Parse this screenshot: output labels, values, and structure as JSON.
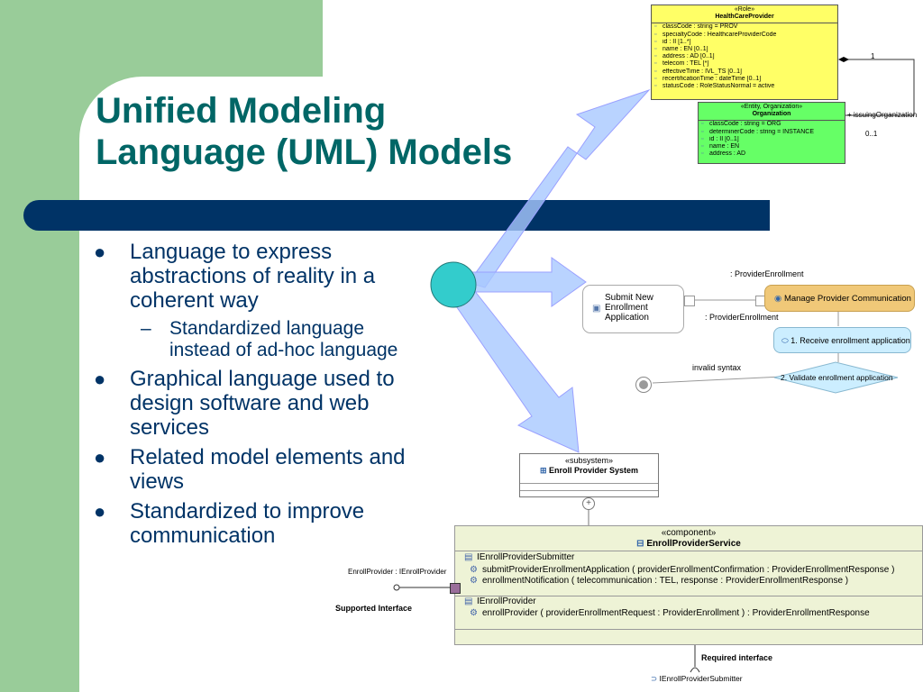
{
  "slide": {
    "title_line1": "Unified Modeling",
    "title_line2": "Language (UML) Models",
    "bullets": {
      "b1": "Language to express abstractions of reality in a coherent way",
      "b1_sub": "Standardized language instead of ad-hoc language",
      "b2": "Graphical language used to design software  and web services",
      "b3": "Related model elements and views",
      "b4": "Standardized to improve communication"
    }
  },
  "class_diagram": {
    "healthcare": {
      "stereotype": "«Role»",
      "name": "HealthCareProvider",
      "attrs": [
        "classCode : string = PROV",
        "specialtyCode : HealthcareProviderCode",
        "id : II [1..*]",
        "name : EN [0..1]",
        "address : AD [0..1]",
        "telecom : TEL [*]",
        "effectiveTime : IVL_TS [0..1]",
        "recertificationTime : dateTime [0..1]",
        "statusCode : RoleStatusNormal = active"
      ]
    },
    "organization": {
      "stereotype": "«Entity, Organization»",
      "name": "Organization",
      "attrs": [
        "classCode : string = ORG",
        "determinerCode : string = INSTANCE",
        "id : II [0..1]",
        "name : EN",
        "address : AD"
      ]
    },
    "assoc": {
      "mult_one": "1",
      "role": "+ issuingOrganization",
      "mult_range": "0..1"
    }
  },
  "activity_diagram": {
    "submit": "Submit New Enrollment Application",
    "top_label": ": ProviderEnrollment",
    "manage": "Manage Provider Communication",
    "mid_label": ": ProviderEnrollment",
    "receive": "1. Receive enrollment application",
    "invalid": "invalid syntax",
    "validate": "2. Validate enrollment application"
  },
  "component_diagram": {
    "subsystem_stereo": "«subsystem»",
    "subsystem_name": "Enroll Provider System",
    "comp_stereo": "«component»",
    "comp_name": "EnrollProviderService",
    "iface1": "IEnrollProviderSubmitter",
    "op1": "submitProviderEnrollmentApplication ( providerEnrollmentConfirmation : ProviderEnrollmentResponse )",
    "op2": "enrollmentNotification ( telecommunication : TEL, response : ProviderEnrollmentResponse )",
    "iface2": "IEnrollProvider",
    "op3": "enrollProvider ( providerEnrollmentRequest : ProviderEnrollment ) : ProviderEnrollmentResponse",
    "port_label": "EnrollProvider : IEnrollProvider",
    "supported": "Supported Interface",
    "required": "Required interface",
    "required_iface": "IEnrollProviderSubmitter"
  },
  "colors": {
    "title": "#006666",
    "text": "#003366",
    "band": "#99cc99",
    "bar": "#003366",
    "role_box": "#ffff66",
    "entity_box": "#66ff66",
    "activity": "#cceeff",
    "manage": "#f0c878",
    "component": "#eef3d6",
    "arrow": "#a8c8ff",
    "circle": "#33cccc"
  }
}
